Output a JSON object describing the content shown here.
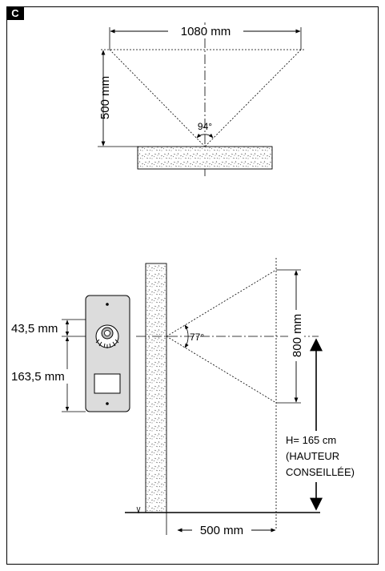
{
  "figure": {
    "badge": "C",
    "top_view": {
      "width_label": "1080 mm",
      "depth_label": "500 mm",
      "angle_label": "94°"
    },
    "side_view": {
      "angle_label": "77°",
      "height_label": "800 mm",
      "offset_top_label": "43,5 mm",
      "offset_body_label": "163,5 mm",
      "install_height_line1": "H= 165 cm",
      "install_height_line2": "(HAUTEUR",
      "install_height_line3": "CONSEILLÉE)",
      "distance_label": "500 mm"
    }
  }
}
